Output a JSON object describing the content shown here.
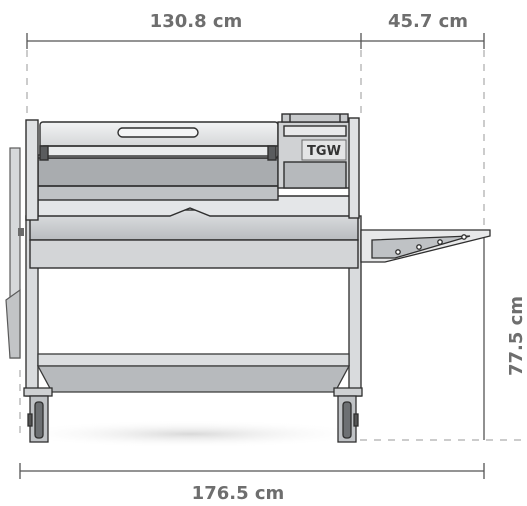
{
  "brand_badge": "TGW",
  "dimensions": {
    "top_main_width": "130.8 cm",
    "top_side_width": "45.7 cm",
    "overall_width": "176.5 cm",
    "height_right": "77.5 cm"
  },
  "colors": {
    "dim_line": "#555555",
    "dim_text": "#6e6e6e",
    "steel_light": "#e9eaeb",
    "steel_mid": "#c9cbcd",
    "steel_dark": "#8f9295",
    "outline": "#3a3a3a"
  }
}
